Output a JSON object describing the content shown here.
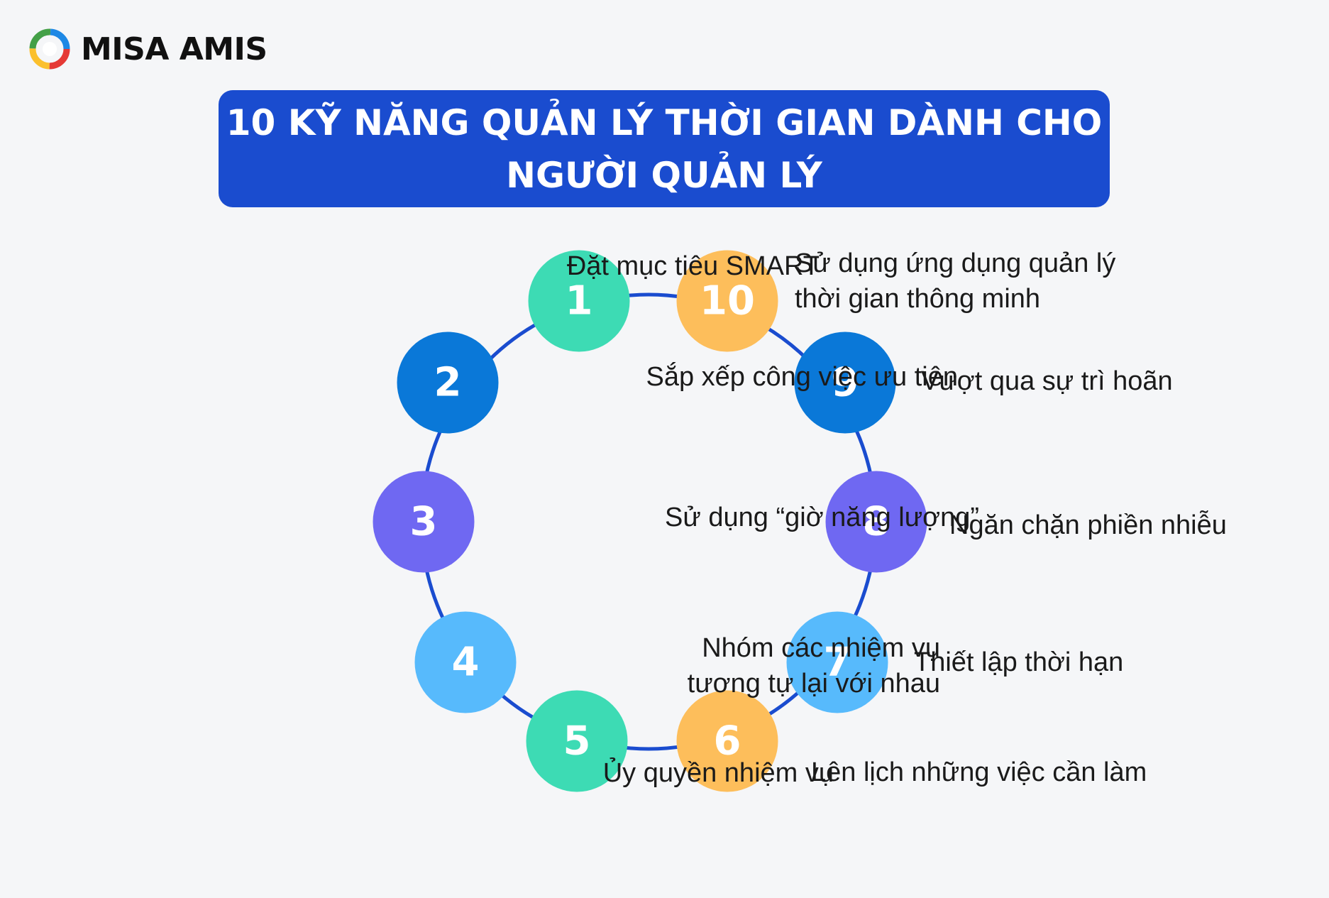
{
  "brand": {
    "name": "MISA AMIS"
  },
  "title": {
    "line1": "10 KỸ NĂNG QUẢN LÝ THỜI GIAN DÀNH CHO",
    "line2": "NGƯỜI QUẢN LÝ",
    "background": "#1a4ccf"
  },
  "ring_color": "#1a4ccf",
  "colors": {
    "teal": "#3ddbb4",
    "blue": "#0a78d8",
    "purple": "#6f68f2",
    "sky": "#57bafc",
    "orange": "#fdbe5b"
  },
  "skills": [
    {
      "number": "1",
      "label": [
        "Đặt mục tiêu SMART"
      ],
      "color": "#3ddbb4"
    },
    {
      "number": "2",
      "label": [
        "Sắp xếp công việc ưu tiên"
      ],
      "color": "#0a78d8"
    },
    {
      "number": "3",
      "label": [
        "Sử dụng “giờ năng lượng”"
      ],
      "color": "#6f68f2"
    },
    {
      "number": "4",
      "label": [
        "Nhóm các nhiệm vụ",
        "tương tự lại với nhau"
      ],
      "color": "#57bafc"
    },
    {
      "number": "5",
      "label": [
        "Ủy quyền nhiệm vụ"
      ],
      "color": "#3ddbb4"
    },
    {
      "number": "6",
      "label": [
        "Lên lịch những việc cần làm"
      ],
      "color": "#fdbe5b"
    },
    {
      "number": "7",
      "label": [
        "Thiết lập thời hạn"
      ],
      "color": "#57bafc"
    },
    {
      "number": "8",
      "label": [
        "Ngăn chặn phiền nhiễu"
      ],
      "color": "#6f68f2"
    },
    {
      "number": "9",
      "label": [
        "Vượt qua sự trì hoãn"
      ],
      "color": "#0a78d8"
    },
    {
      "number": "10",
      "label": [
        "Sử dụng ứng dụng quản lý",
        "thời gian thông minh"
      ],
      "color": "#fdbe5b"
    }
  ]
}
